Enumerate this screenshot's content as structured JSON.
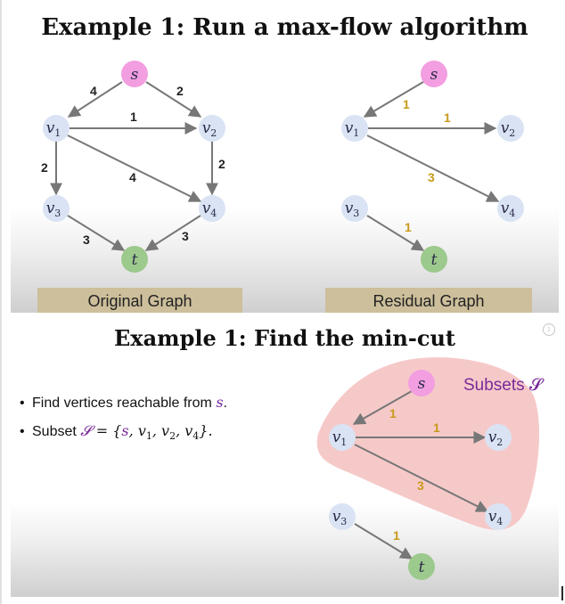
{
  "slide1": {
    "title": "Example 1: Run a max-flow algorithm",
    "original_caption": "Original Graph",
    "residual_caption": "Residual Graph",
    "original_graph": {
      "nodes": [
        {
          "id": "s",
          "label": "s",
          "color": "#f29ee0"
        },
        {
          "id": "v1",
          "label": "v",
          "sub": "1",
          "color": "#d9e3f3"
        },
        {
          "id": "v2",
          "label": "v",
          "sub": "2",
          "color": "#d9e3f3"
        },
        {
          "id": "v3",
          "label": "v",
          "sub": "3",
          "color": "#d9e3f3"
        },
        {
          "id": "v4",
          "label": "v",
          "sub": "4",
          "color": "#d9e3f3"
        },
        {
          "id": "t",
          "label": "t",
          "color": "#9cc98c"
        }
      ],
      "edges": [
        {
          "from": "s",
          "to": "v1",
          "weight": "4"
        },
        {
          "from": "s",
          "to": "v2",
          "weight": "2"
        },
        {
          "from": "v1",
          "to": "v2",
          "weight": "1"
        },
        {
          "from": "v1",
          "to": "v3",
          "weight": "2"
        },
        {
          "from": "v2",
          "to": "v4",
          "weight": "2"
        },
        {
          "from": "v1",
          "to": "v4",
          "weight": "4"
        },
        {
          "from": "v3",
          "to": "t",
          "weight": "3"
        },
        {
          "from": "v4",
          "to": "t",
          "weight": "3"
        }
      ]
    },
    "residual_graph": {
      "edges": [
        {
          "from": "s",
          "to": "v1",
          "weight": "1"
        },
        {
          "from": "v1",
          "to": "v2",
          "weight": "1"
        },
        {
          "from": "v1",
          "to": "v4",
          "weight": "3"
        },
        {
          "from": "v3",
          "to": "t",
          "weight": "1"
        }
      ]
    }
  },
  "slide2": {
    "title": "Example 1: Find the min-cut",
    "bullet1_text": "Find vertices reachable from ",
    "bullet1_var": "s",
    "bullet1_end": ".",
    "bullet2_text": "Subset ",
    "bullet2_set": "𝓢",
    "bullet2_eq": " = {",
    "bullet2_members": "s, v",
    "bullet2_rest": "1, v2, v4}.",
    "subset_label": "Subsets 𝓢",
    "subset_color": "#f6c9c9",
    "graph": {
      "edges": [
        {
          "from": "s",
          "to": "v1",
          "weight": "1"
        },
        {
          "from": "v1",
          "to": "v2",
          "weight": "1"
        },
        {
          "from": "v1",
          "to": "v4",
          "weight": "3"
        },
        {
          "from": "v3",
          "to": "t",
          "weight": "1"
        }
      ]
    }
  },
  "colors": {
    "caption_bg": "#cdbf9b",
    "weight_gold": "#c89a1a",
    "accent_purple": "#7a2a9a",
    "edge": "#777777"
  }
}
